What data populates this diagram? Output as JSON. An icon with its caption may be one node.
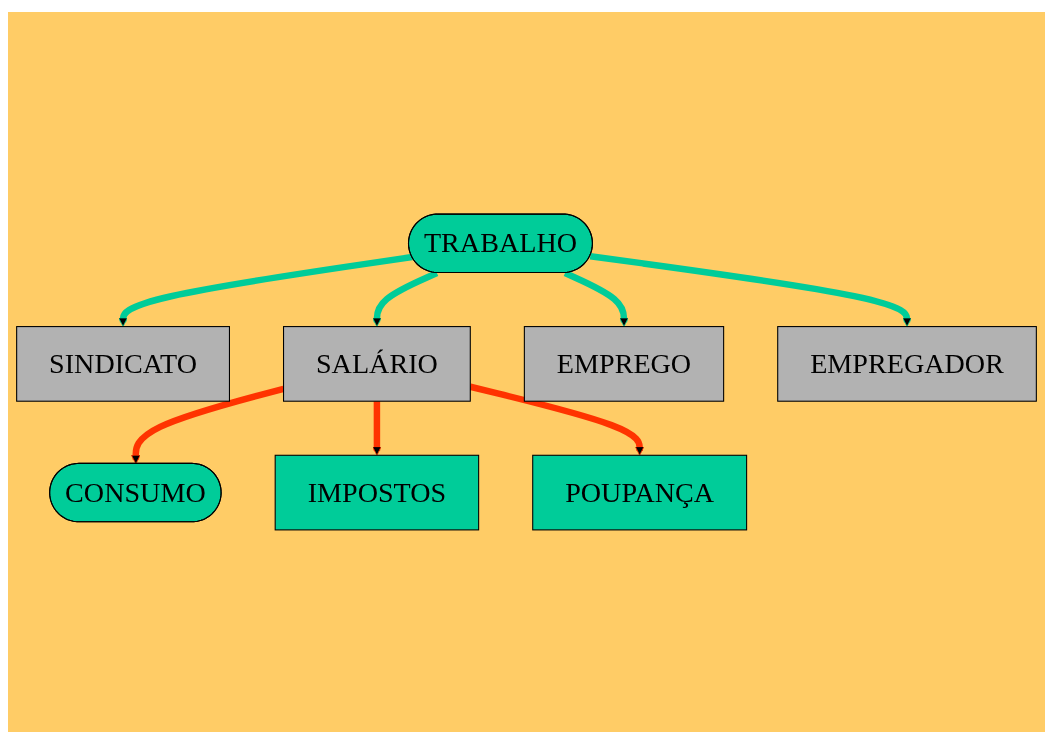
{
  "diagram": {
    "nodes": [
      {
        "text": [
          "CONSUMO"
        ]
      },
      {
        "text": [
          "SINDICATO"
        ]
      },
      {
        "text": [
          "SALÁRIO"
        ]
      },
      {
        "text": [
          "TRABALHO"
        ]
      },
      {
        "text": [
          "EMPREGO"
        ]
      },
      {
        "text": [
          "IMPOSTOS"
        ]
      },
      {
        "text": [
          "POUPANÇA"
        ]
      },
      {
        "text": [
          "EMPREGADOR"
        ]
      }
    ],
    "edges": [
      {
        "from": 3,
        "to": 1,
        "arrow": "to"
      },
      {
        "from": 3,
        "to": 2,
        "arrow": "to"
      },
      {
        "from": 3,
        "to": 4,
        "arrow": "to"
      },
      {
        "from": 3,
        "to": 7,
        "arrow": "to"
      },
      {
        "from": 2,
        "to": 0,
        "arrow": "to",
        "color": "#ff3300"
      },
      {
        "from": 2,
        "to": 5,
        "arrow": "to",
        "color": "#ff3300"
      },
      {
        "from": 2,
        "to": 6,
        "arrow": "to",
        "color": "#ff3300"
      }
    ]
  }
}
